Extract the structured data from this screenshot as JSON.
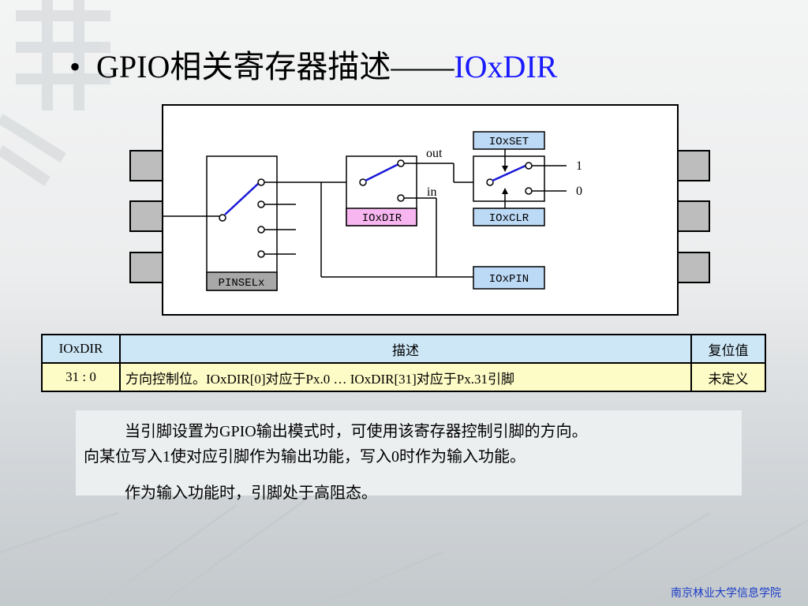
{
  "title": {
    "bullet": "•",
    "main": "GPIO相关寄存器描述——",
    "highlight": "IOxDIR"
  },
  "diagram": {
    "labels": {
      "ioxset": "IOxSET",
      "ioxdir": "IOxDIR",
      "ioxclr": "IOxCLR",
      "ioxpin": "IOxPIN",
      "pinselx": "PINSELx",
      "out": "out",
      "in": "in",
      "one": "1",
      "zero": "0"
    },
    "colors": {
      "switch_line": "#1a1ad8",
      "ioxdir_fill": "#f7b6f0",
      "register_fill": "#bcd9f5",
      "pinsel_fill": "#a8a8a8",
      "pin_fill": "#bdbdbd"
    }
  },
  "table": {
    "headers": [
      "IOxDIR",
      "描述",
      "复位值"
    ],
    "row": [
      "31 : 0",
      "方向控制位。IOxDIR[0]对应于Px.0 … IOxDIR[31]对应于Px.31引脚",
      "未定义"
    ],
    "colors": {
      "header_bg": "#cde7f7",
      "row_bg": "#fdfbc6"
    }
  },
  "text": {
    "line1": "当引脚设置为GPIO输出模式时，可使用该寄存器控制引脚的方向。",
    "line2": "向某位写入1使对应引脚作为输出功能，写入0时作为输入功能。",
    "line3": "作为输入功能时，引脚处于高阻态。"
  },
  "footer": "南京林业大学信息学院"
}
